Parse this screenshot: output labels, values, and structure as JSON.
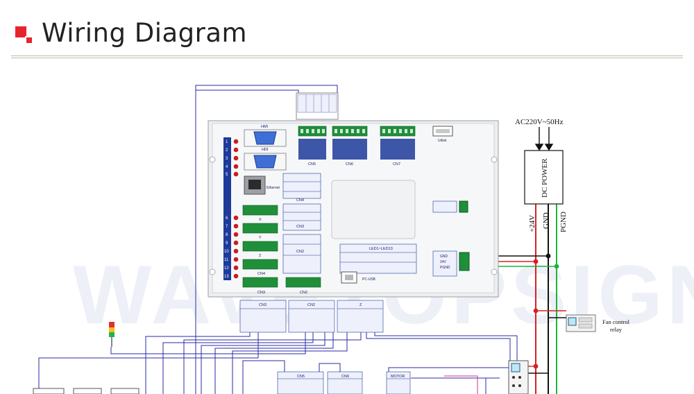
{
  "header": {
    "title": "Wiring Diagram"
  },
  "watermark": "WAVETOPSIGN",
  "power": {
    "input_label": "AC220V~50Hz",
    "supply_label": "DC POWER",
    "out_24v": "+24V",
    "out_gnd": "GND",
    "out_pgnd": "PGND"
  },
  "relay": {
    "label_line1": "Fan control",
    "label_line2": "relay"
  },
  "controller": {
    "ports": {
      "hmi": "HMI",
      "hdi": "HDI",
      "ethernet": "Ethernet",
      "udisk": "Udisk",
      "pcusb": "PC-USB",
      "cn5": "CN5",
      "cn6": "CN6",
      "cn7": "CN7",
      "cn4": "CN4",
      "cn3": "CN3",
      "cn2": "CN2",
      "x": "X",
      "y": "Y",
      "z": "Z",
      "leds": "LED1~LED13"
    },
    "power_pins": [
      "GND",
      "24V",
      "PGND"
    ],
    "left_led_numbers": [
      "1",
      "2",
      "3",
      "4",
      "5",
      "6",
      "7",
      "8",
      "9",
      "10",
      "11",
      "12",
      "13"
    ]
  },
  "lower_blocks": {
    "cn3": "CN3",
    "cn2": "CN2",
    "z": "Z",
    "cn5": "CN5",
    "cn6": "CN6",
    "motor": "MOTOR"
  },
  "colors": {
    "accent": "#e8232a",
    "wire_blue": "#2a2aa8",
    "wire_red": "#d42222",
    "wire_green": "#1fb23a",
    "wire_black": "#111111",
    "terminal_green": "#1f8f3a",
    "pin_blue": "#1d3a9a"
  }
}
